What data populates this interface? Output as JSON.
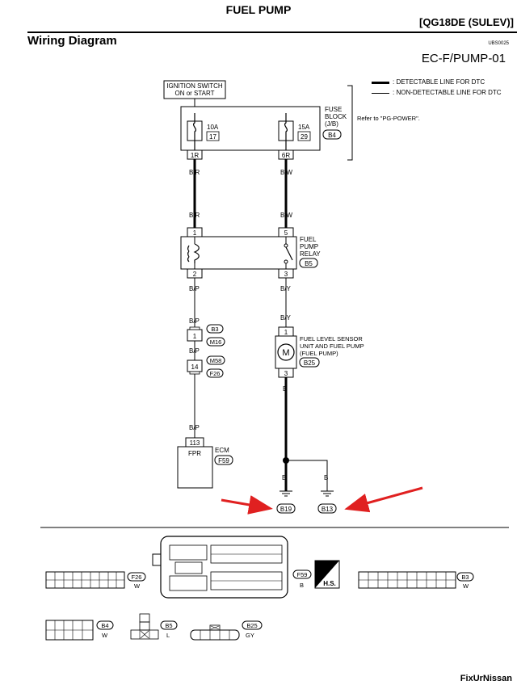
{
  "header": {
    "title": "FUEL PUMP",
    "model": "[QG18DE (SULEV)]",
    "section": "Wiring Diagram",
    "doc_ref": "UBS0025",
    "diagram_id": "EC-F/PUMP-01"
  },
  "legend": {
    "detectable": ": DETECTABLE LINE FOR DTC",
    "non_detectable": ": NON-DETECTABLE LINE FOR DTC"
  },
  "ignition": {
    "line1": "IGNITION SWITCH",
    "line2": "ON or START"
  },
  "fuse_block": {
    "name_lines": [
      "FUSE",
      "BLOCK",
      "(J/B)"
    ],
    "connector": "B4",
    "refer": "Refer to \"PG-POWER\".",
    "fuse_left": {
      "rating": "10A",
      "number": "17",
      "terminal": "1R"
    },
    "fuse_right": {
      "rating": "15A",
      "number": "29",
      "terminal": "6R"
    }
  },
  "wires": {
    "left_top": "B/R",
    "left_mid": "B/R",
    "right_top": "B/W",
    "right_mid": "B/W",
    "left_after_relay": "B/P",
    "left_b3": "B/P",
    "left_m16": "B/P",
    "left_ecm": "B/P",
    "right_after_relay": "B/Y",
    "right_sensor": "B/Y",
    "right_pump_out": "B",
    "ground_left": "B",
    "ground_right": "B"
  },
  "relay": {
    "name_lines": [
      "FUEL",
      "PUMP",
      "RELAY"
    ],
    "connector": "B5",
    "pins": {
      "tl": "1",
      "tr": "5",
      "bl": "2",
      "br": "3"
    }
  },
  "inline_connectors": {
    "b3": {
      "pin": "1",
      "male": "B3",
      "female": "M16"
    },
    "m58": {
      "pin": "14",
      "male": "M58",
      "female": "F26"
    }
  },
  "fuel_pump": {
    "name_lines": [
      "FUEL LEVEL SENSOR",
      "UNIT AND FUEL PUMP",
      "(FUEL PUMP)"
    ],
    "connector": "B25",
    "pin_top": "1",
    "pin_bottom": "3",
    "motor": "M"
  },
  "ecm": {
    "label": "ECM",
    "connector": "F59",
    "pin": "113",
    "terminal": "FPR"
  },
  "grounds": {
    "left": "B19",
    "right": "B13"
  },
  "connector_views": {
    "f26": {
      "name": "F26",
      "color": "W"
    },
    "f59": {
      "name": "F59",
      "color": "B"
    },
    "hs": "H.S.",
    "b3": {
      "name": "B3",
      "color": "W"
    },
    "b4": {
      "name": "B4",
      "color": "W"
    },
    "b5": {
      "name": "B5",
      "color": "L"
    },
    "b25": {
      "name": "B25",
      "color": "GY"
    }
  },
  "watermark": "FixUrNissan",
  "colors": {
    "ink": "#000000",
    "arrow": "#e02020"
  },
  "arrows": 2
}
